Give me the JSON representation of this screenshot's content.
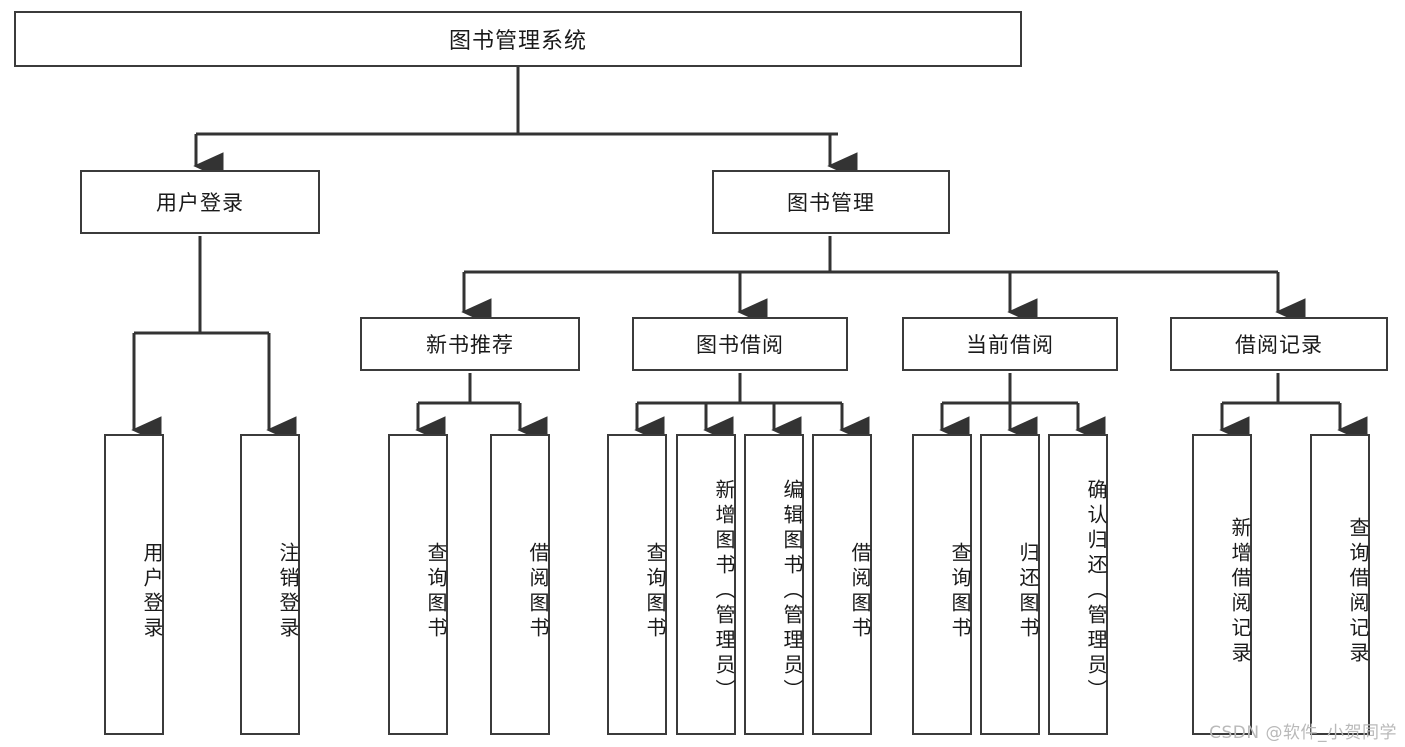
{
  "diagram": {
    "title": "图书管理系统",
    "type": "tree",
    "watermark": "CSDN @软件_小贺同学",
    "colors": {
      "background": "#ffffff",
      "box_border": "#3b3b3b",
      "box_fill": "#ffffff",
      "connector": "#333333",
      "text": "#1a1a1a",
      "watermark": "#b9b9b9"
    },
    "root": {
      "label": "图书管理系统"
    },
    "level2": [
      {
        "label": "用户登录"
      },
      {
        "label": "图书管理"
      }
    ],
    "level3": [
      {
        "label": "新书推荐"
      },
      {
        "label": "图书借阅"
      },
      {
        "label": "当前借阅"
      },
      {
        "label": "借阅记录"
      }
    ],
    "leaves": {
      "user_login": [
        {
          "label": "用户登录"
        },
        {
          "label": "注销登录"
        }
      ],
      "new_book_recommend": [
        {
          "label": "查询图书"
        },
        {
          "label": "借阅图书"
        }
      ],
      "book_borrow": [
        {
          "label": "查询图书"
        },
        {
          "label": "新增图书（管理员）"
        },
        {
          "label": "编辑图书（管理员）"
        },
        {
          "label": "借阅图书"
        }
      ],
      "current_borrow": [
        {
          "label": "查询图书"
        },
        {
          "label": "归还图书"
        },
        {
          "label": "确认归还（管理员）"
        }
      ],
      "borrow_record": [
        {
          "label": "新增借阅记录"
        },
        {
          "label": "查询借阅记录"
        }
      ]
    }
  }
}
